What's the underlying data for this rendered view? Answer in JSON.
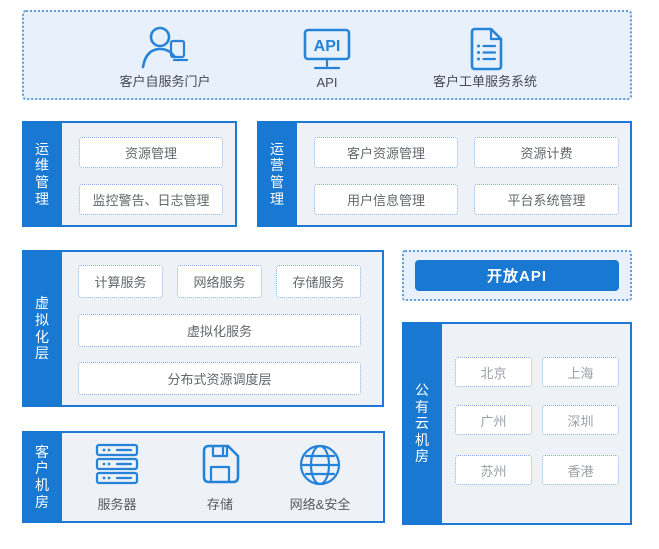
{
  "colors": {
    "accent": "#1878d2",
    "banner_bg": "#e8f1fb",
    "section_bg": "#eef2f7",
    "dashed_border": "#5f9ed8",
    "box_border": "#7fafe2",
    "box_text": "#63676b",
    "city_text": "#9aa0a6"
  },
  "banner": {
    "items": [
      {
        "icon": "user-device-icon",
        "label": "客户自服务门户"
      },
      {
        "icon": "api-monitor-icon",
        "label": "API",
        "icon_text": "API"
      },
      {
        "icon": "ticket-document-icon",
        "label": "客户工单服务系统"
      }
    ]
  },
  "sections": {
    "ops_maintenance": {
      "tab": "运维管理",
      "boxes": [
        "资源管理",
        "监控警告、日志管理"
      ]
    },
    "operation": {
      "tab": "运营管理",
      "boxes": [
        "客户资源管理",
        "资源计费",
        "用户信息管理",
        "平台系统管理"
      ]
    },
    "virtualization": {
      "tab": "虚拟化层",
      "service_boxes": [
        "计算服务",
        "网络服务",
        "存储服务"
      ],
      "wide_boxes": [
        "虚拟化服务",
        "分布式资源调度层"
      ]
    },
    "open_api": {
      "button_label": "开放API"
    },
    "public_cloud": {
      "tab": "公有云机房",
      "cities": [
        "北京",
        "上海",
        "广州",
        "深圳",
        "苏州",
        "香港"
      ]
    },
    "customer_datacenter": {
      "tab": "客户机房",
      "items": [
        {
          "icon": "server-icon",
          "label": "服务器"
        },
        {
          "icon": "storage-icon",
          "label": "存储"
        },
        {
          "icon": "globe-icon",
          "label": "网络&安全"
        }
      ]
    }
  }
}
